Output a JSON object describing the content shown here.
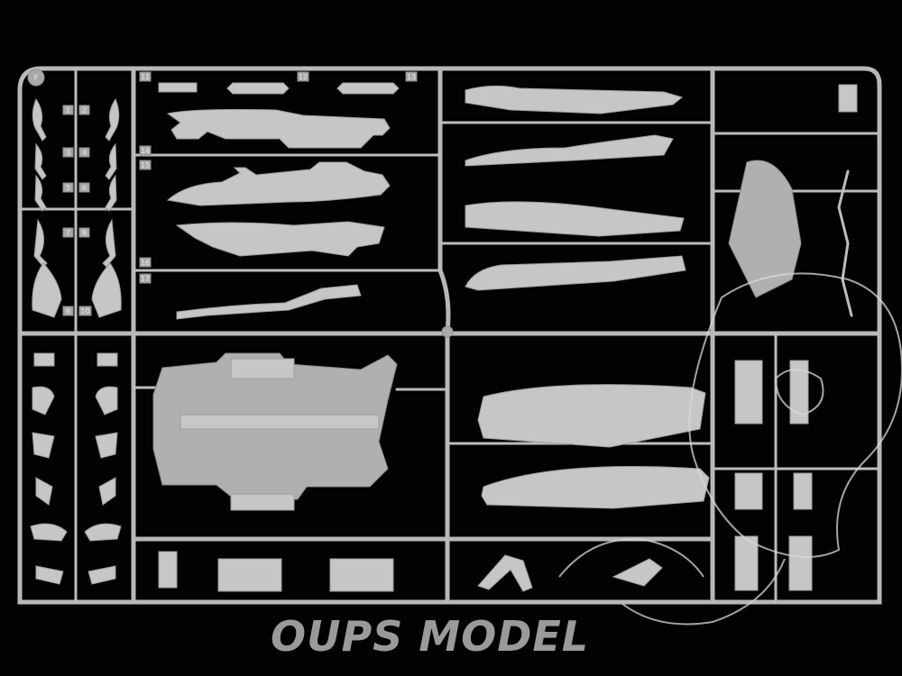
{
  "sprue": {
    "letter": "F",
    "part_numbers": [
      "1",
      "2",
      "3",
      "4",
      "5",
      "6",
      "7",
      "8",
      "9",
      "10",
      "11",
      "12",
      "13",
      "14",
      "15",
      "16",
      "17"
    ]
  },
  "watermark": {
    "text": "OUPS MODEL"
  },
  "colors": {
    "background": "#020202",
    "plastic": "#c6c6c6",
    "runner": "#b8b8b8",
    "watermark": "#9a9a9a"
  }
}
